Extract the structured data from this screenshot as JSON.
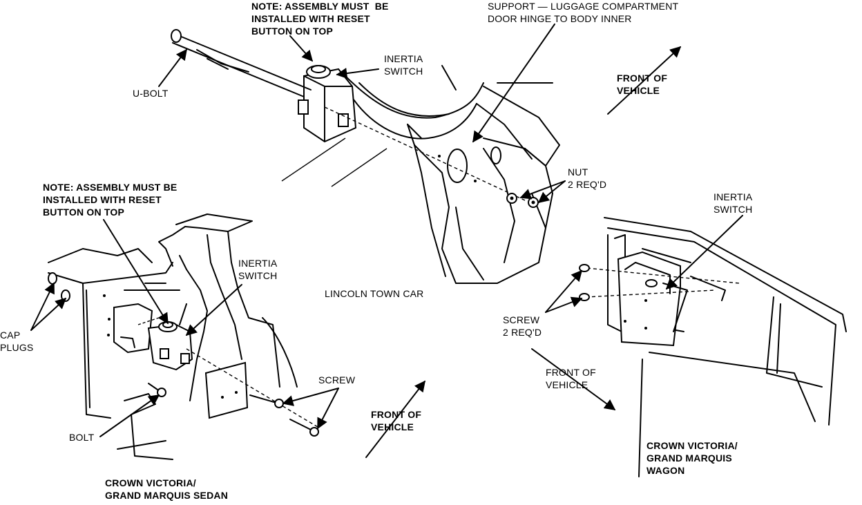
{
  "labels": {
    "note_top": "NOTE: ASSEMBLY MUST  BE\nINSTALLED WITH RESET\nBUTTON ON TOP",
    "support": "SUPPORT — LUGGAGE COMPARTMENT\nDOOR HINGE TO BODY INNER",
    "inertia_switch_top": "INERTIA\nSWITCH",
    "u_bolt": "U-BOLT",
    "front_top": "FRONT OF\nVEHICLE",
    "nut": "NUT\n2 REQ'D",
    "note_left": "NOTE: ASSEMBLY MUST BE\nINSTALLED WITH RESET\nBUTTON ON TOP",
    "inertia_switch_left": "INERTIA\nSWITCH",
    "lincoln": "LINCOLN TOWN CAR",
    "cap_plugs": "CAP\nPLUGS",
    "screw": "SCREW",
    "bolt": "BOLT",
    "front_mid": "FRONT OF\nVEHICLE",
    "sedan": "CROWN VICTORIA/\nGRAND MARQUIS SEDAN",
    "inertia_switch_right": "INERTIA\nSWITCH",
    "screw_right": "SCREW\n2 REQ'D",
    "front_right": "FRONT OF\nVEHICLE",
    "wagon": "CROWN VICTORIA/\nGRAND MARQUIS\nWAGON"
  }
}
